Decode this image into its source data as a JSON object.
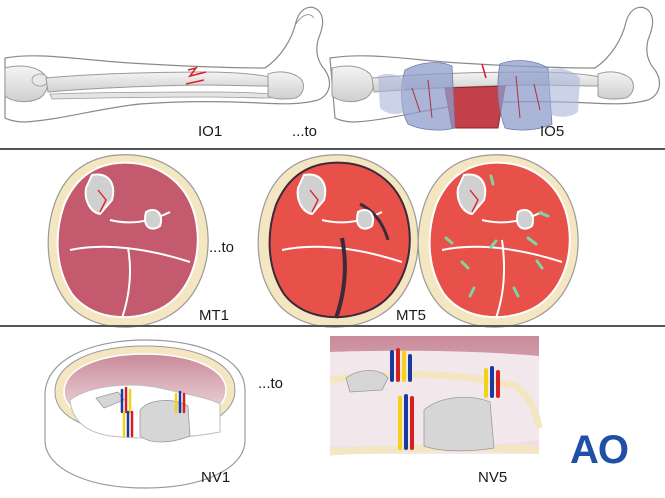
{
  "panels": {
    "injury_open": {
      "label_start": "IO1",
      "connector": "...to",
      "label_end": "IO5"
    },
    "muscle_tendon": {
      "label_start": "MT1",
      "connector": "...to",
      "label_end": "MT5"
    },
    "neurovascular": {
      "label_start": "NV1",
      "connector": "...to",
      "label_end": "NV5"
    }
  },
  "logo": {
    "text": "AO"
  },
  "colors": {
    "separator": "#555555",
    "bone": "#e6e6e6",
    "skin_outline": "#888888",
    "fracture_red": "#e0202a",
    "muscle_normal": "#c35a6e",
    "muscle_injured": "#e8504a",
    "fat_layer": "#f3e6c0",
    "contusion_blue": "#8f9cc9",
    "drain_green": "#7dd6a0",
    "artery_red": "#d42020",
    "vein_blue": "#1b3aa0",
    "nerve_yellow": "#f2d21a",
    "logo_blue": "#1f4fa6"
  }
}
